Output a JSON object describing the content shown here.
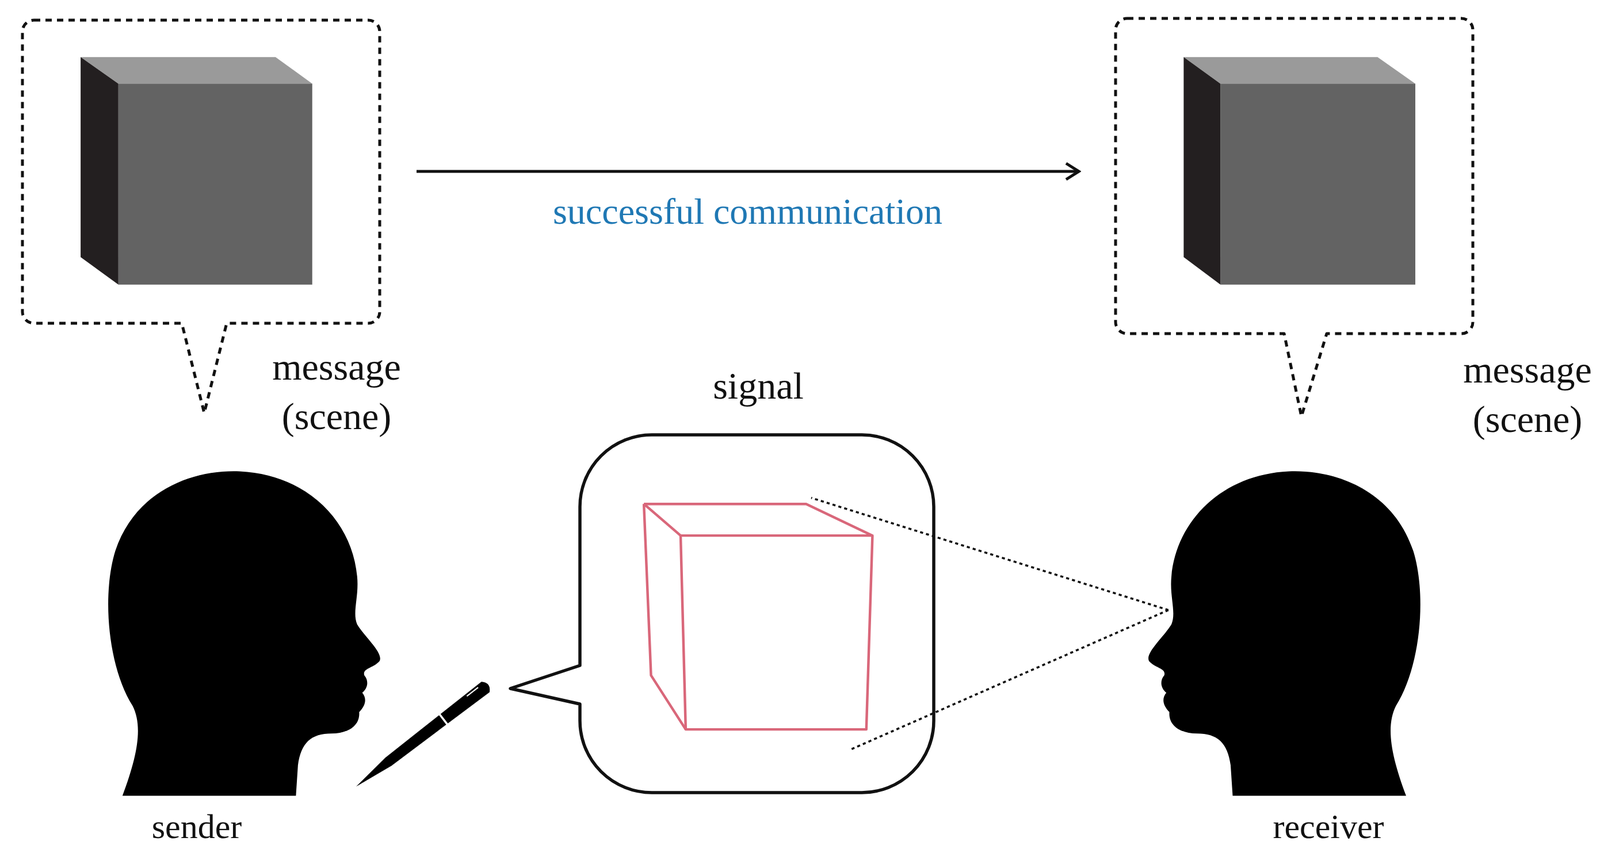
{
  "diagram": {
    "nodes": [
      {
        "text": [
          "message (scene)"
        ]
      },
      {
        "text": [
          "signal"
        ]
      },
      {
        "text": [
          "message (scene)"
        ]
      }
    ],
    "edges": [
      {
        "from": 0,
        "to": 2,
        "arrow": "to",
        "label": "successful communication"
      }
    ],
    "labels": [
      "sender",
      "receiver"
    ]
  }
}
